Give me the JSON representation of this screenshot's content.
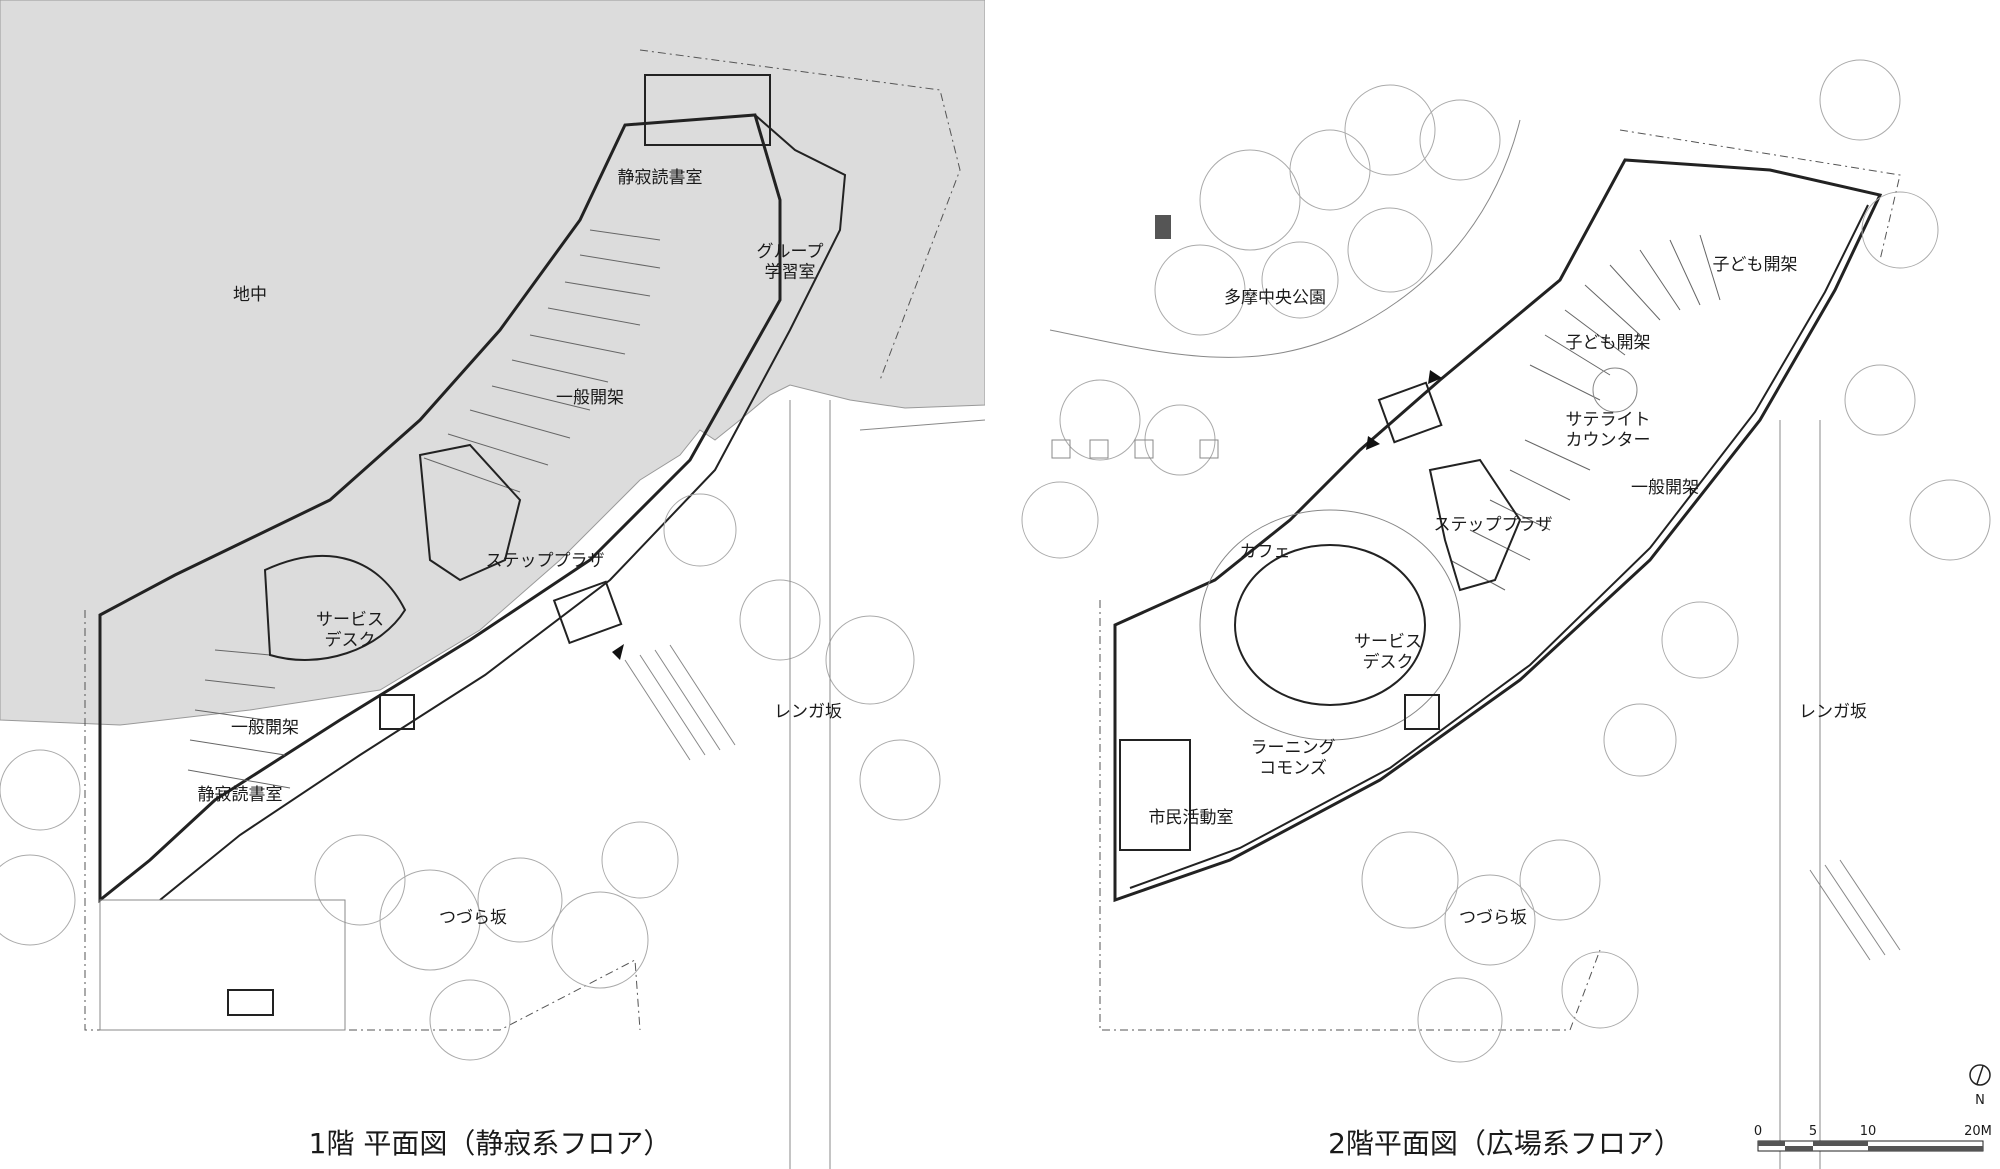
{
  "plans": [
    {
      "id": "floor1",
      "caption": "1階 平面図（静寂系フロア）",
      "labels": {
        "underground": "地中",
        "quiet_room_top": "静寂読書室",
        "group_study": "グループ\n学習室",
        "general_stacks_top": "一般開架",
        "step_plaza": "ステッププラザ",
        "service_desk": "サービス\nデスク",
        "general_stacks_bottom": "一般開架",
        "quiet_room_bottom": "静寂読書室",
        "tsuzura_slope": "つづら坂"
      }
    },
    {
      "id": "floor2",
      "caption": "2階平面図（広場系フロア）",
      "labels": {
        "tama_park": "多摩中央公園",
        "kids_stacks_right": "子ども開架",
        "kids_stacks": "子ども開架",
        "satellite_counter": "サテライト\nカウンター",
        "general_stacks": "一般開架",
        "step_plaza": "ステッププラザ",
        "cafe": "カフェ",
        "service_desk": "サービス\nデスク",
        "learning_commons": "ラーニング\nコモンズ",
        "civic_room": "市民活動室",
        "renga_slope": "レンガ坂",
        "tsuzura_slope": "つづら坂"
      }
    }
  ],
  "shared": {
    "renga_slope_left": "レンガ坂"
  },
  "north_arrow": {
    "label": "N"
  },
  "scale_bar": {
    "ticks": [
      "0",
      "5",
      "10",
      "20M"
    ]
  }
}
